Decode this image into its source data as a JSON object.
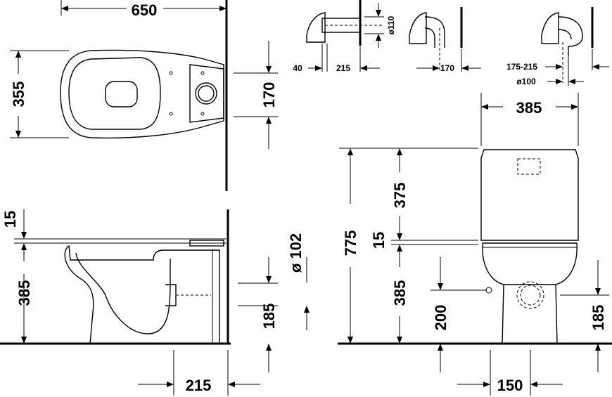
{
  "dimensions": {
    "overall_length": "650",
    "bowl_width": "355",
    "outlet_offset_top": "170",
    "seat_thickness_side": "15",
    "rim_height_side": "385",
    "outlet_diameter": "ø 102",
    "outlet_height_side": "185",
    "outlet_projection": "215",
    "total_height": "775",
    "tank_height": "375",
    "seat_thickness_front": "15",
    "rim_height_front": "385",
    "inlet_height": "200",
    "outlet_height_front": "185",
    "tank_width": "385",
    "foot_width": "150",
    "detail1_wall": "40",
    "detail1_proj": "215",
    "detail1_dia": "ø110",
    "detail2_proj": "170",
    "detail3_range": "175-215",
    "detail3_dia": "ø100"
  }
}
